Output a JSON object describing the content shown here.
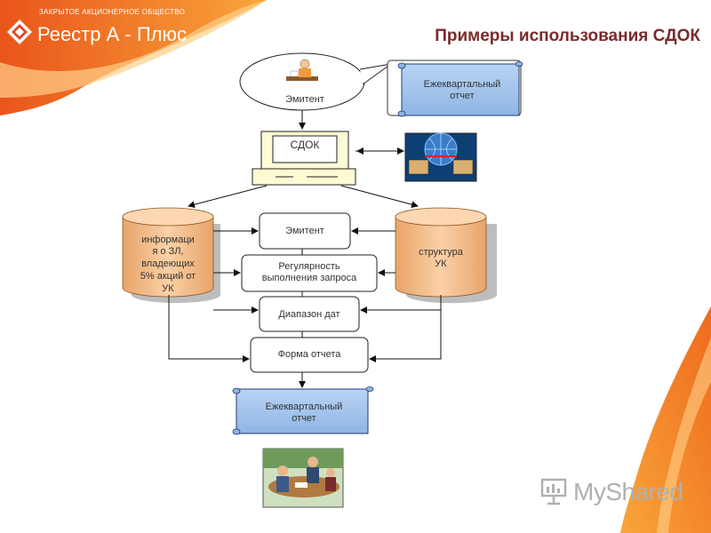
{
  "header": {
    "company_subtitle": "ЗАКРЫТОЕ АКЦИОНЕРНОЕ ОБЩЕСТВО",
    "company_name": "Реестр А - Плюс"
  },
  "slide": {
    "title": "Примеры использования СДОК"
  },
  "diagram": {
    "issuer_top": "Эмитент",
    "report_top_line1": "Ежеквартальный",
    "report_top_line2": "отчет",
    "sdok": "СДОК",
    "left_db_lines": [
      "информаци",
      "я о ЗЛ,",
      "владеющих",
      "5% акций от",
      "УК"
    ],
    "right_db_lines": [
      "структура",
      "УК"
    ],
    "issuer_box": "Эмитент",
    "regularity_line1": "Регулярность",
    "regularity_line2": "выполнения запроса",
    "date_range": "Диапазон дат",
    "report_form": "Форма отчета",
    "report_bottom_line1": "Ежеквартальный",
    "report_bottom_line2": "отчет"
  },
  "watermark": {
    "text": "MyShared"
  },
  "colors": {
    "orange": "#f4791f",
    "db_fill": "#f7c08e",
    "scroll_fill": "#a9c8ee",
    "title": "#7b2a2a"
  }
}
